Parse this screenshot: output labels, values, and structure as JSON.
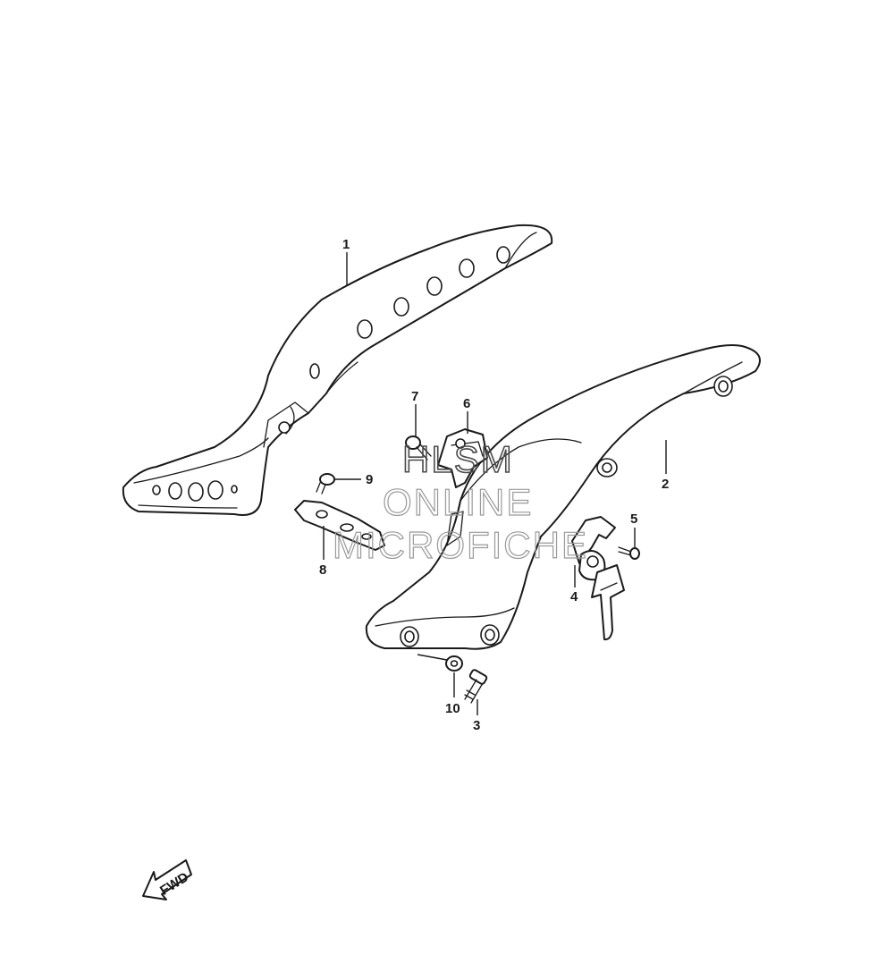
{
  "callouts": {
    "c1": "1",
    "c2": "2",
    "c3": "3",
    "c4": "4",
    "c5": "5",
    "c6": "6",
    "c7": "7",
    "c8": "8",
    "c9": "9",
    "c10": "10"
  },
  "watermark": {
    "line1": "HLSM",
    "line2": "ONLINE",
    "line3": "MICROFICHE"
  },
  "fwd_label": "FWD",
  "colors": {
    "line": "#1a1a1a",
    "watermark": "#9a9a9a",
    "background": "#ffffff"
  }
}
